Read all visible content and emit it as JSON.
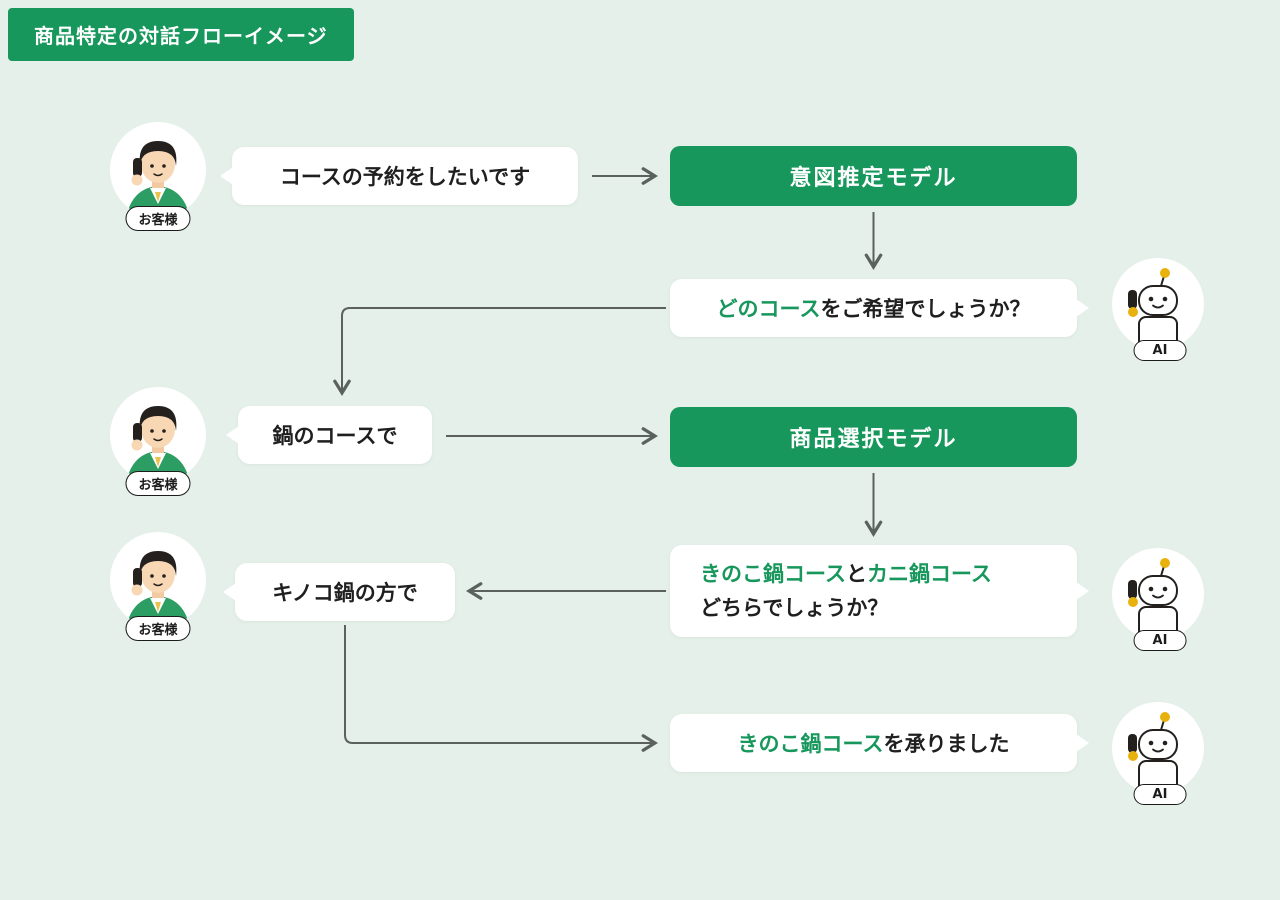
{
  "title": "商品特定の対話フローイメージ",
  "colors": {
    "bg": "#e4f0e9",
    "green": "#17975b",
    "text": "#1f1f1f",
    "arrow": "#5a615e",
    "antenna": "#e9b10e"
  },
  "labels": {
    "customer": "お客様",
    "ai": "AI"
  },
  "bubbles": {
    "user1": "コースの予約をしたいです",
    "model1": "意図推定モデル",
    "ai1_green": "どのコース",
    "ai1_rest": "をご希望でしょうか？",
    "user2": "鍋のコースで",
    "model2": "商品選択モデル",
    "ai2_green1": "きのこ鍋コース",
    "ai2_mid": "と",
    "ai2_green2": "カニ鍋コース",
    "ai2_line2": "どちらでしょうか？",
    "user3": "キノコ鍋の方で",
    "ai3_green": "きのこ鍋コース",
    "ai3_rest": "を承りました"
  }
}
